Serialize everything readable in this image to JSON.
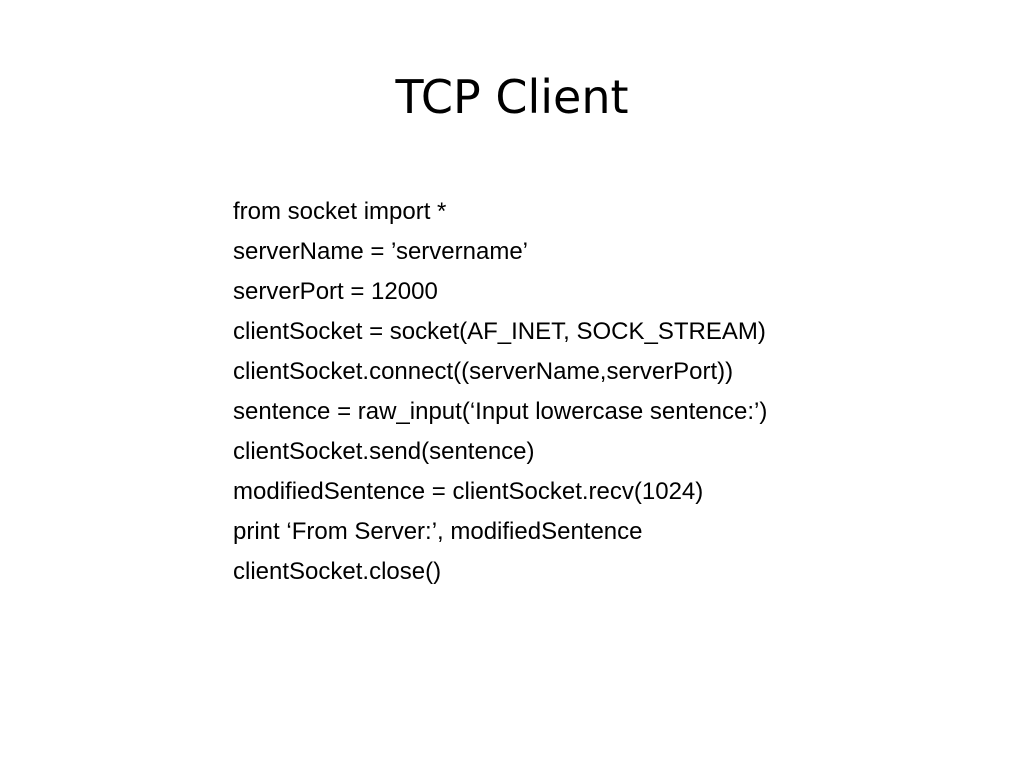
{
  "slide": {
    "title": "TCP Client",
    "code_lines": [
      "from socket import *",
      "serverName = ’servername’",
      "serverPort = 12000",
      "clientSocket = socket(AF_INET, SOCK_STREAM)",
      "clientSocket.connect((serverName,serverPort))",
      "sentence = raw_input(‘Input lowercase sentence:’)",
      "clientSocket.send(sentence)",
      "modifiedSentence = clientSocket.recv(1024)",
      "print ‘From Server:’, modifiedSentence",
      "clientSocket.close()"
    ]
  }
}
